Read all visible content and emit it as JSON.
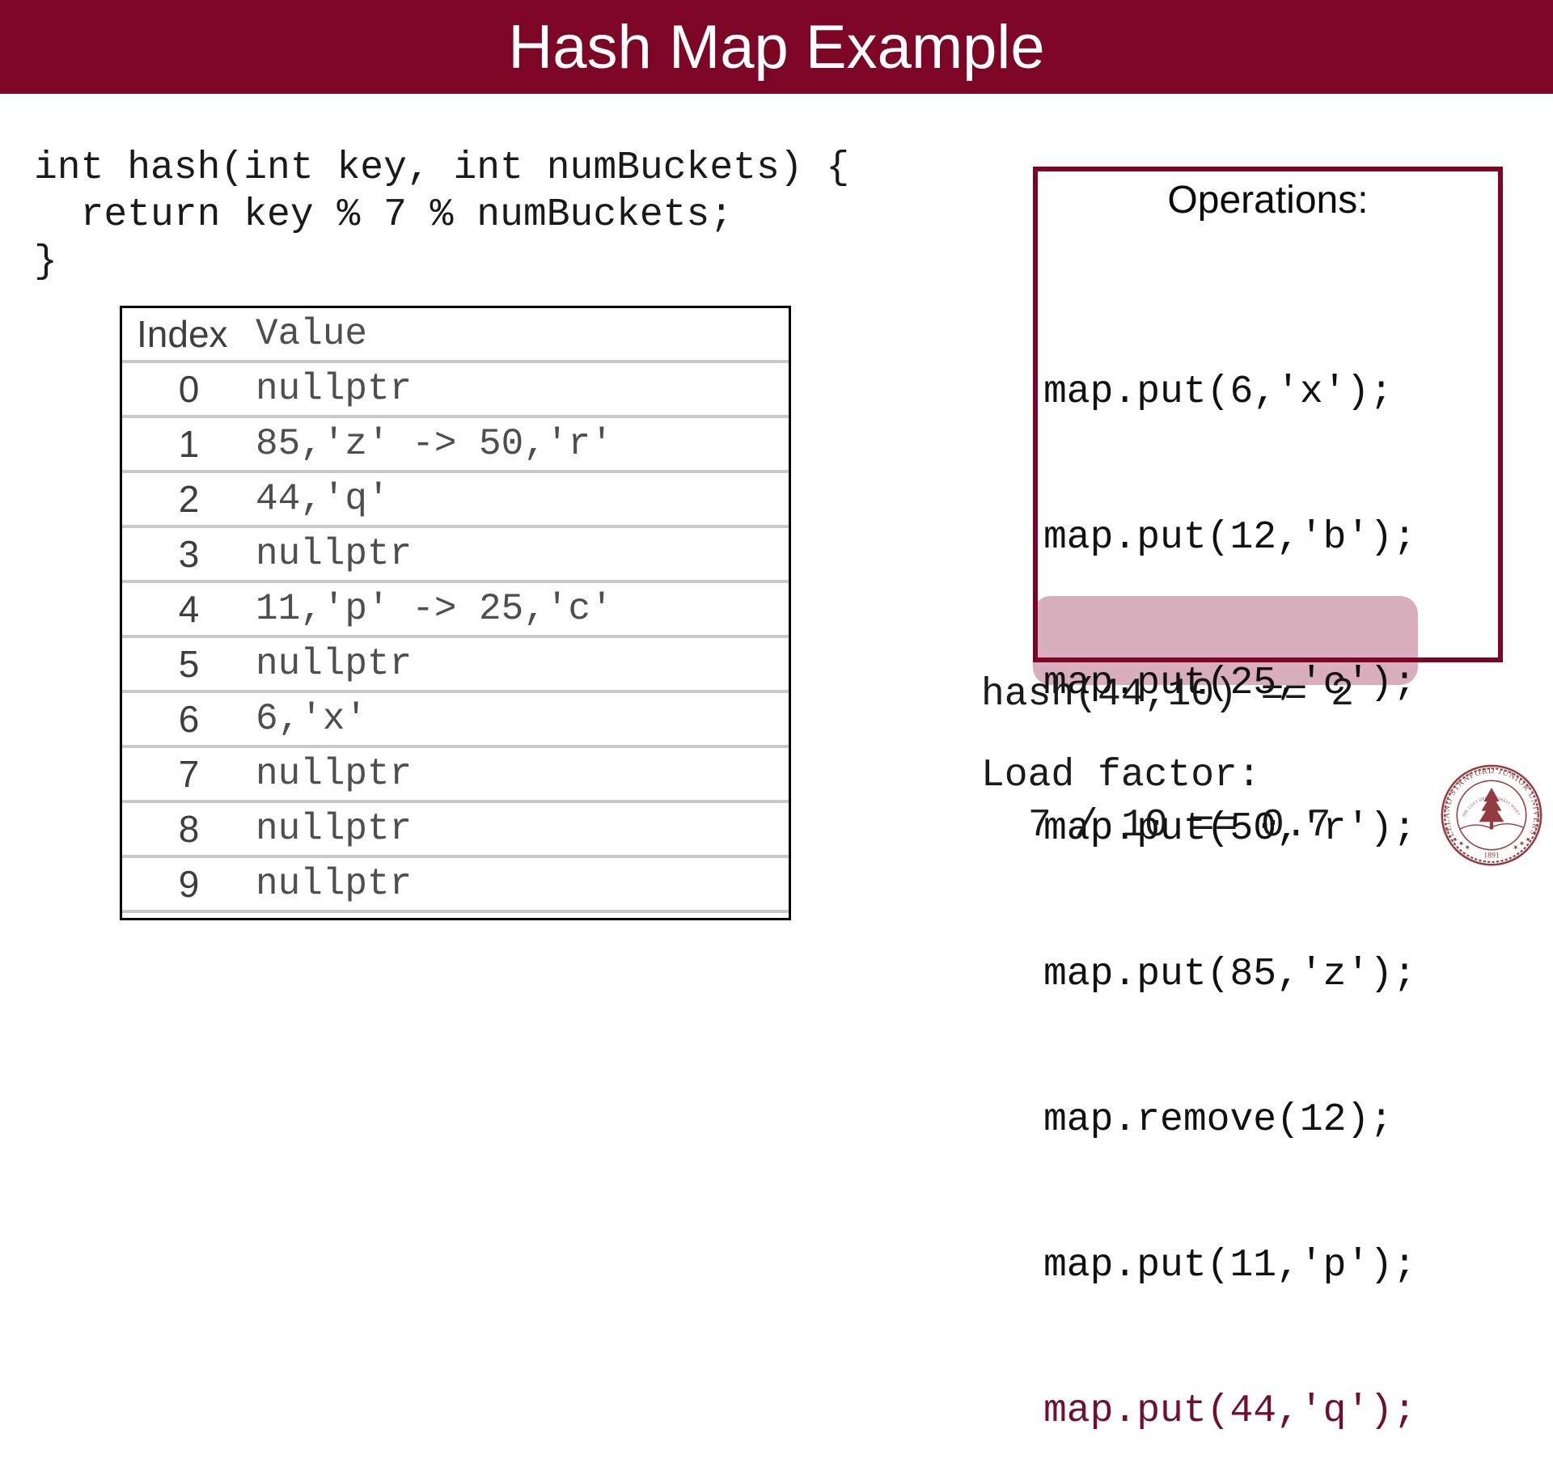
{
  "slide": {
    "title": "Hash Map Example"
  },
  "hash_function_code": {
    "line1": "int hash(int key, int numBuckets) {",
    "line2": "  return key % 7 % numBuckets;",
    "line3": "}"
  },
  "bucket_table": {
    "columns": {
      "index": "Index",
      "value": "Value"
    },
    "rows": [
      {
        "index": "0",
        "value": "nullptr"
      },
      {
        "index": "1",
        "value": "85,'z' -> 50,'r'"
      },
      {
        "index": "2",
        "value": "44,'q'"
      },
      {
        "index": "3",
        "value": "nullptr"
      },
      {
        "index": "4",
        "value": "11,'p' -> 25,'c'"
      },
      {
        "index": "5",
        "value": "nullptr"
      },
      {
        "index": "6",
        "value": "6,'x'"
      },
      {
        "index": "7",
        "value": "nullptr"
      },
      {
        "index": "8",
        "value": "nullptr"
      },
      {
        "index": "9",
        "value": "nullptr"
      }
    ]
  },
  "operations_panel": {
    "title": "Operations:",
    "lines": [
      "map.put(6,'x');",
      "map.put(12,'b');",
      "map.put(25,'c');",
      "map.put(50,'r');",
      "map.put(85,'z');",
      "map.remove(12);",
      "map.put(11,'p');",
      "map.put(44,'q');"
    ],
    "highlighted_line": "map.put(44,'q');"
  },
  "annotations": {
    "hash_check": "hash(44,10) == 2",
    "load_factor_label": "Load factor:",
    "load_factor_value": "7 / 10 == 0.7"
  },
  "seal": {
    "ring_text": "LELAND STANFORD JUNIOR UNIVERSITY",
    "year": "1891",
    "motto": "DIE LUFT DER FREIHEIT WEHT",
    "stars_left": "★ ★ ★",
    "stars_right": "★ ★ ★"
  },
  "colors": {
    "header_maroon": "#7D0526",
    "highlight_pink": "#D9AEBC",
    "highlight_text_maroon": "#70102E",
    "table_border_black": "#000000",
    "row_separator_gray": "#C8C8C8",
    "index_text_gray": "#3E3E3E",
    "value_text_gray": "#4E4E4E",
    "code_black": "#1A1A1A",
    "seal_red": "#943B41"
  }
}
